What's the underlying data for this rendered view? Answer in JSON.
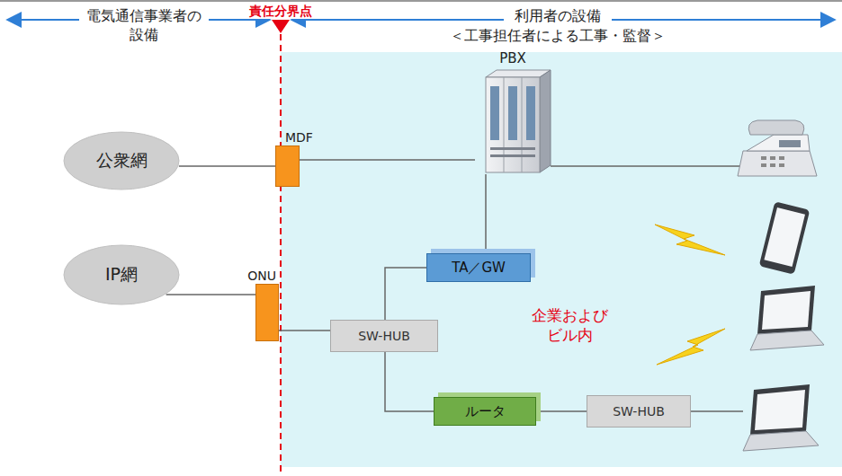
{
  "diagram": {
    "nodes": [
      {
        "text": [
          "公衆網"
        ]
      },
      {
        "text": [
          "MDF"
        ]
      },
      {
        "text": [
          "PBX"
        ]
      },
      {
        "text": [
          "IP網"
        ]
      },
      {
        "text": [
          "ONU"
        ]
      },
      {
        "text": [
          "TA／GW"
        ]
      },
      {
        "text": [
          "SW-HUB"
        ]
      },
      {
        "text": [
          "ルータ"
        ]
      },
      {
        "text": [
          "SW-HUB"
        ]
      }
    ],
    "edges": [
      {
        "from": 0,
        "to": 1,
        "arrow": "none"
      },
      {
        "from": 1,
        "to": 2,
        "arrow": "none"
      },
      {
        "from": 2,
        "to": 5,
        "arrow": "none"
      },
      {
        "from": 3,
        "to": 4,
        "arrow": "none"
      },
      {
        "from": 4,
        "to": 6,
        "arrow": "none"
      },
      {
        "from": 6,
        "to": 5,
        "arrow": "none"
      },
      {
        "from": 6,
        "to": 7,
        "arrow": "none"
      },
      {
        "from": 7,
        "to": 8,
        "arrow": "none"
      }
    ],
    "labels": [
      "責任分界点",
      "電気通信事業者の 設備",
      "利用者の設備",
      "＜工事担任者による工事・監督＞",
      "企業および ビル内"
    ]
  }
}
